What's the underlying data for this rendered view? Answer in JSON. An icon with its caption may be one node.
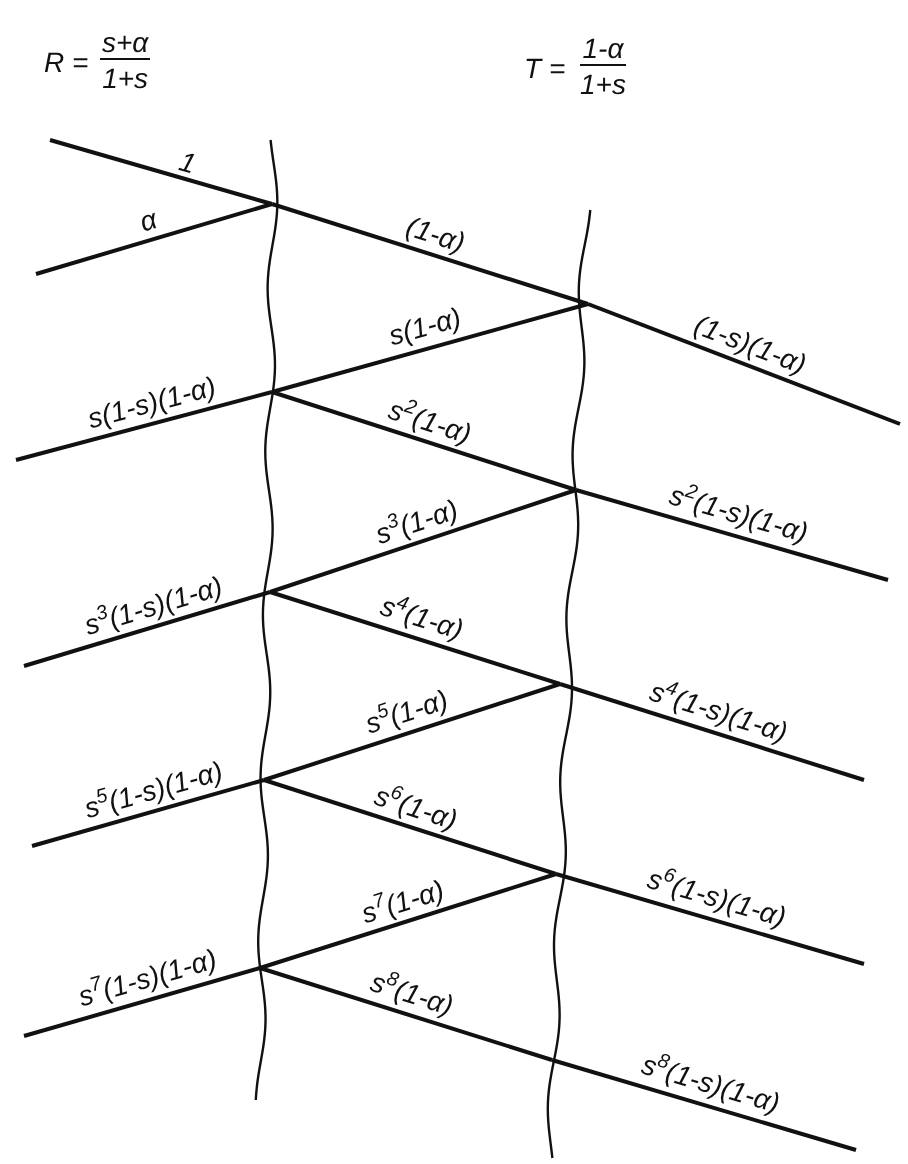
{
  "diagram": {
    "labels": [
      "R =",
      "s+α",
      "1+s",
      "T =",
      "1-α",
      "1+s",
      "1",
      "α",
      "(1-α)",
      "(1-s)(1-α)",
      "s(1-α)",
      "s(1-s)(1-α)",
      "s$^{2}$(1-α)",
      "s$^{3}$(1-α)",
      "s$^{2}$(1-s)(1-α)",
      "s$^{3}$(1-s)(1-α)",
      "s$^{4}$(1-α)",
      "s$^{4}$(1-s)(1-α)",
      "s$^{5}$(1-α)",
      "s$^{5}$(1-s)(1-α)",
      "s$^{6}$(1-α)",
      "s$^{6}$(1-s)(1-α)",
      "s$^{7}$(1-α)",
      "s$^{7}$(1-s)(1-α)",
      "s$^{8}$(1-α)",
      "s$^{8}$(1-s)(1-α)"
    ]
  }
}
